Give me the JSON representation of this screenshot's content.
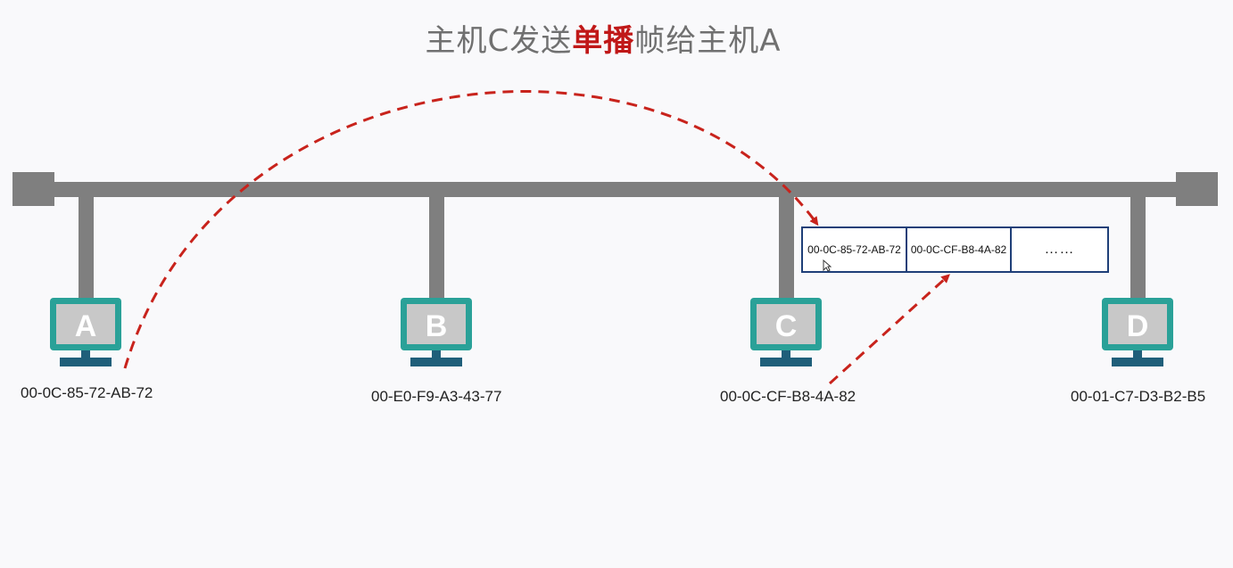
{
  "title": {
    "prefix": "主机C发送",
    "highlight": "单播",
    "suffix": "帧给主机A",
    "highlight_color": "#c01818"
  },
  "hosts": [
    {
      "id": "A",
      "mac": "00-0C-85-72-AB-72"
    },
    {
      "id": "B",
      "mac": "00-E0-F9-A3-43-77"
    },
    {
      "id": "C",
      "mac": "00-0C-CF-B8-4A-82"
    },
    {
      "id": "D",
      "mac": "00-01-C7-D3-B2-B5"
    }
  ],
  "frame": {
    "destination": "00-0C-85-72-AB-72",
    "source": "00-0C-CF-B8-4A-82",
    "payload": "……"
  },
  "colors": {
    "bus": "#7f7f7f",
    "monitor": "#2aa198",
    "screen": "#c8c8c8",
    "arrow": "#c8231c",
    "frame_border": "#1f3f78"
  }
}
